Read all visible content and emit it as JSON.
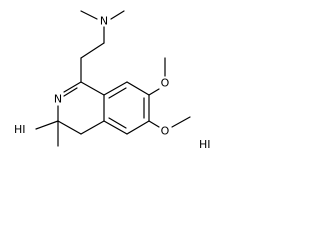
{
  "molecule": {
    "atoms": {
      "amine_nitrogen": "N",
      "ring_nitrogen": "N",
      "methoxy_oxygen_upper": "O",
      "methoxy_oxygen_lower": "O"
    },
    "counterions": [
      "HI",
      "HI"
    ]
  }
}
